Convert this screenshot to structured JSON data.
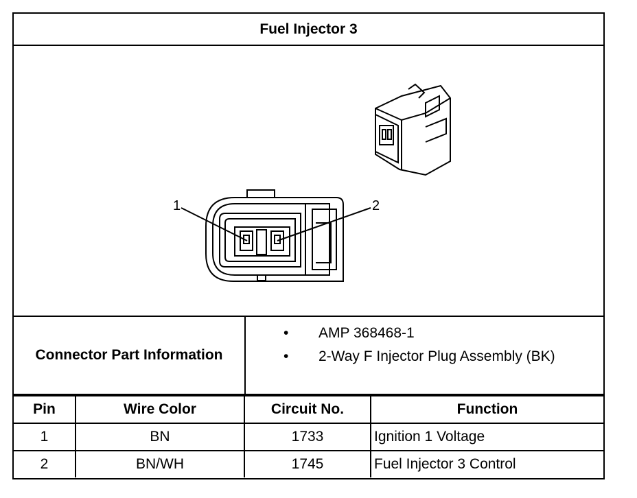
{
  "title": "Fuel Injector 3",
  "callouts": [
    "1",
    "2"
  ],
  "connector_info": {
    "label": "Connector Part Information",
    "items": [
      "AMP 368468-1",
      "2-Way F Injector Plug Assembly (BK)"
    ],
    "bullet": "•"
  },
  "table": {
    "headers": [
      "Pin",
      "Wire Color",
      "Circuit No.",
      "Function"
    ],
    "rows": [
      [
        "1",
        "BN",
        "1733",
        "Ignition 1 Voltage"
      ],
      [
        "2",
        "BN/WH",
        "1745",
        "Fuel Injector 3 Control"
      ]
    ]
  }
}
